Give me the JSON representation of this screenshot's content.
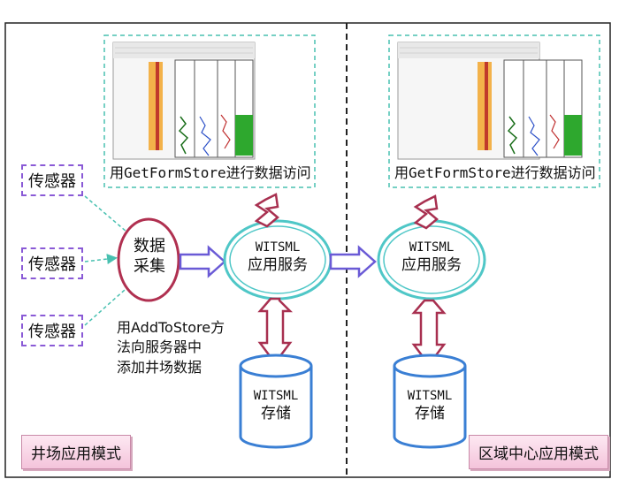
{
  "sensors": [
    "传感器",
    "传感器",
    "传感器"
  ],
  "collector": {
    "lines": [
      "数据",
      "采集"
    ]
  },
  "left_service": {
    "lines": [
      "WITSML",
      "应用服务"
    ]
  },
  "right_service": {
    "lines": [
      "WITSML",
      "应用服务"
    ]
  },
  "left_storage": {
    "lines": [
      "WITSML",
      "存储"
    ]
  },
  "right_storage": {
    "lines": [
      "WITSML",
      "存储"
    ]
  },
  "left_access_caption": "用GetFormStore进行数据访问",
  "right_access_caption": "用GetFormStore进行数据访问",
  "add_note": {
    "lines": [
      "用AddToStore方",
      "法向服务器中",
      "添加井场数据"
    ]
  },
  "modes": {
    "left": "井场应用模式",
    "right": "区域中心应用模式"
  },
  "colors": {
    "ellipse_border": "#4fc7c7",
    "collector_border": "#b03050",
    "storage_border": "#3a7fd4",
    "arrow_red": "#a83050",
    "arrow_blue": "#6a5ad6",
    "sensor_dash": "#8a5ad6",
    "teal_dashed": "#48c0b0",
    "divider": "#222222"
  }
}
